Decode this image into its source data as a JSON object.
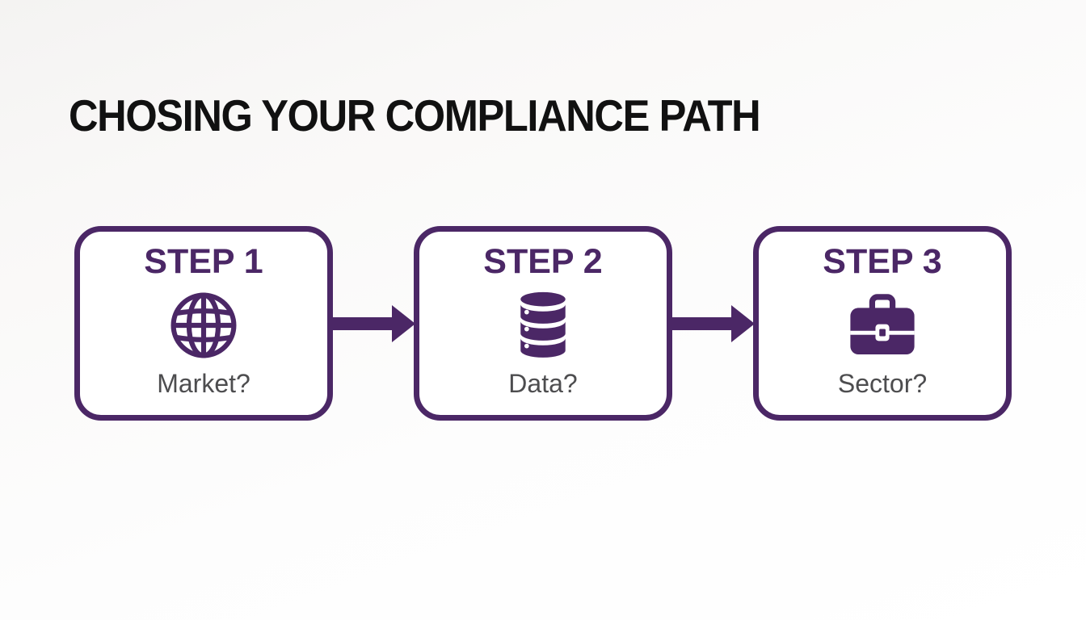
{
  "page": {
    "title": "CHOSING YOUR COMPLIANCE PATH"
  },
  "colors": {
    "accent": "#4b2766",
    "title_text": "#111111",
    "label_text": "#4d4d4f",
    "box_bg": "#ffffff",
    "page_bg": "#f9f8f7"
  },
  "flow": {
    "connector": "arrow-right",
    "steps": [
      {
        "step_label": "STEP 1",
        "icon": "globe-icon",
        "question": "Market?"
      },
      {
        "step_label": "STEP 2",
        "icon": "database-icon",
        "question": "Data?"
      },
      {
        "step_label": "STEP 3",
        "icon": "briefcase-icon",
        "question": "Sector?"
      }
    ]
  }
}
